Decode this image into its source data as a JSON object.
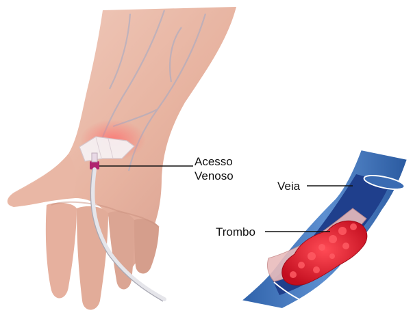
{
  "labels": {
    "access_line1": "Acesso",
    "access_line2": "Venoso",
    "vein": "Veia",
    "thrombus": "Trombo"
  },
  "colors": {
    "background": "#ffffff",
    "skin": "#e9b9a6",
    "skin_shadow": "#c98f7d",
    "vein_blue": "#3b6fb4",
    "vein_lumen": "#1f3f8c",
    "clot_red": "#e2162a",
    "catheter_magenta": "#b0246f",
    "leader_line": "#111111"
  },
  "icons": {
    "hand": "hand-illustration",
    "catheter": "iv-catheter-illustration",
    "vein_section": "vein-cross-section-illustration",
    "clot": "thrombus-illustration"
  }
}
